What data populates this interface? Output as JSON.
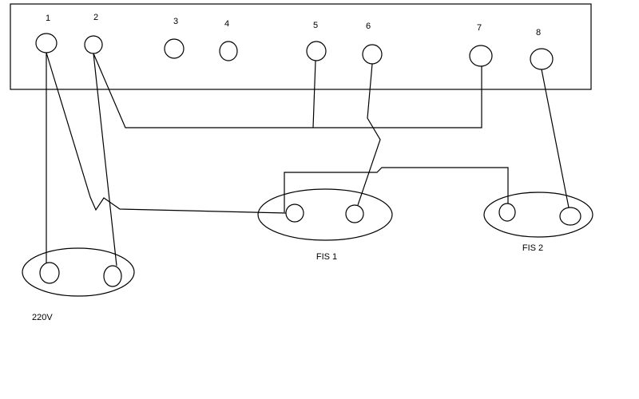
{
  "terminal_labels": [
    "1",
    "2",
    "3",
    "4",
    "5",
    "6",
    "7",
    "8"
  ],
  "sockets": {
    "supply": "220V",
    "fis1": "FIS 1",
    "fis2": "FIS 2"
  },
  "colors": {
    "line": "#000000",
    "background": "#ffffff"
  }
}
